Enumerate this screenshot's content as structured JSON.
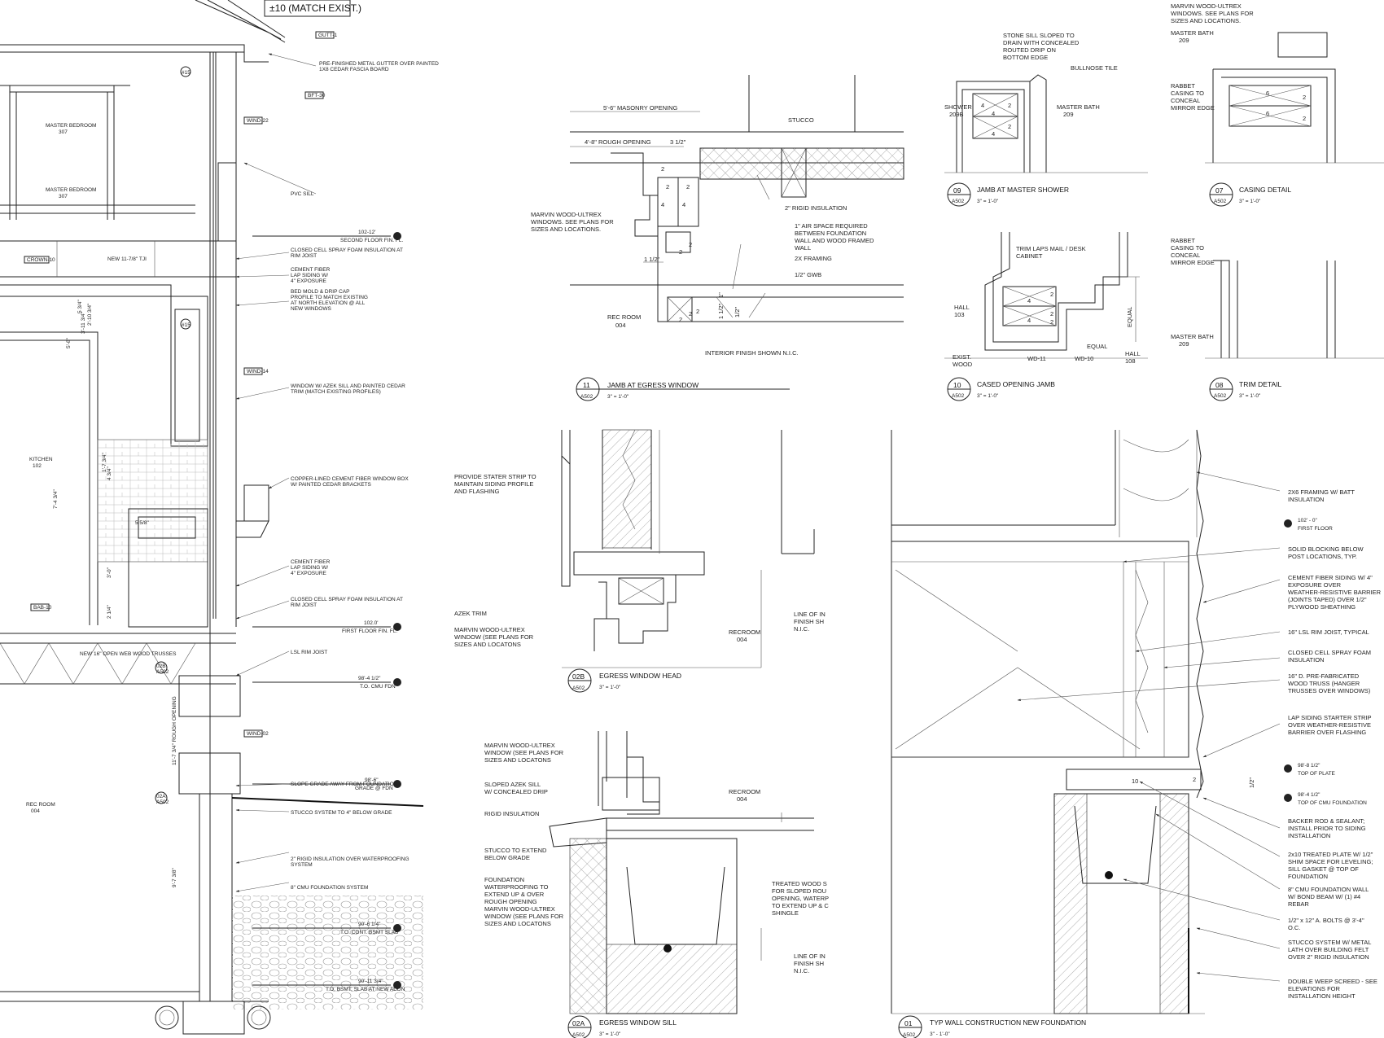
{
  "match_note": "±10 (MATCH EXIST.)",
  "section": {
    "tags": [
      "GUTT-1",
      "BFT-30",
      "WIND-22",
      "WIND-14",
      "WIND-02",
      "CROWN-10",
      "BAB-10"
    ],
    "rooms": [
      {
        "name": "MASTER BEDROOM",
        "num": "307"
      },
      {
        "name": "MASTER BEDROOM",
        "num": "307"
      },
      {
        "name": "KITCHEN",
        "num": "102"
      },
      {
        "name": "REC ROOM",
        "num": "004"
      }
    ],
    "joists": [
      "NEW 11-7/8\" TJI",
      "NEW 16\" OPEN WEB WOOD TRUSSES"
    ],
    "notes": [
      "PRE-FINISHED METAL GUTTER OVER PAINTED",
      "1X8 CEDAR FASCIA BOARD",
      "PVC SILL",
      "CLOSED CELL SPRAY FOAM INSULATION AT",
      "RIM JOIST",
      "CEMENT FIBER",
      "LAP SIDING W/",
      "4\" EXPOSURE",
      "BED MOLD & DRIP CAP",
      "PROFILE TO MATCH EXISTING",
      "AT NORTH ELEVATION @ ALL",
      "NEW WINDOWS",
      "WINDOW W/ AZEK SILL AND PAINTED CEDAR",
      "TRIM (MATCH EXISTING PROFILES)",
      "COPPER-LINED CEMENT FIBER WINDOW BOX",
      "W/ PAINTED CEDAR BRACKETS",
      "CEMENT FIBER",
      "LAP SIDING W/",
      "4\" EXPOSURE",
      "CLOSED CELL SPRAY FOAM INSULATION AT",
      "RIM JOIST",
      "LSL RIM JOIST",
      "SLOPE GRADE AWAY FROM FOUNDATION",
      "STUCCO SYSTEM TO 4\" BELOW GRADE",
      "2\" RIGID INSULATION OVER WATERPROOFING",
      "SYSTEM",
      "8\" CMU FOUNDATION SYSTEM"
    ],
    "levels": [
      {
        "elev": "102-12'",
        "name": "SECOND FLOOR FIN. FL."
      },
      {
        "elev": "102.0'",
        "name": "FIRST FLOOR FIN. FL."
      },
      {
        "elev": "98'-4 1/2\"",
        "name": "T.O. CMU FDN"
      },
      {
        "elev": "98'-6\"",
        "name": "GRADE @ FDN"
      },
      {
        "elev": "90'-6 1/4\"",
        "name": "T.O. CONT. BSMT SLAB"
      },
      {
        "elev": "90'-11 3/4\"",
        "name": "T.O. BSMT. SLAB AT NEW ADDN"
      }
    ],
    "dims": [
      "7'-4 3/4\"",
      "5'-8\"",
      "3'-0\"",
      "4 3/4\"",
      "3'-11 3/4\"",
      "2'-10 3/4\"",
      "1'-7 3/4\"",
      "2 1/4\"",
      "5 3/4\"",
      "5 5/8\"",
      "11'-7 3/4\" ROUGH OPENING",
      "9'-7 3/8\""
    ],
    "circles": [
      "#15",
      "#15"
    ],
    "callout_a": {
      "num": "02B",
      "sheet": "A502"
    },
    "callout_b": {
      "num": "02A",
      "sheet": "A502"
    }
  },
  "d11": {
    "number": "11",
    "sheet": "A502",
    "title": "JAMB AT EGRESS WINDOW",
    "scale": "3\" = 1'-0\"",
    "dims": [
      "5'-6\" MASONRY OPENING",
      "4'-8\" ROUGH OPENING",
      "3 1/2\"",
      "1 1/2\"",
      "1\"",
      "1 1/2\"",
      "1/2\""
    ],
    "labels": [
      "STUCCO",
      "2\" RIGID INSULATION",
      "1\" AIR SPACE REQUIRED",
      "BETWEEN FOUNDATION",
      "WALL AND WOOD FRAMED",
      "WALL",
      "2X FRAMING",
      "1/2\" GWB",
      "MARVIN WOOD-ULTREX",
      "WINDOWS. SEE PLANS FOR",
      "SIZES AND LOCATIONS.",
      "REC ROOM",
      "004",
      "INTERIOR FINISH SHOWN N.I.C."
    ],
    "nums": [
      "2",
      "2",
      "4",
      "4",
      "2",
      "2",
      "2",
      "2",
      "2",
      "2"
    ]
  },
  "d09": {
    "number": "09",
    "sheet": "A502",
    "title": "JAMB AT MASTER SHOWER",
    "scale": "3\" = 1'-0\"",
    "labels": [
      "STONE SILL SLOPED TO",
      "DRAIN WITH CONCEALED",
      "ROUTED DRIP ON",
      "BOTTOM EDGE",
      "BULLNOSE TILE",
      "SHOWER",
      "209B",
      "MASTER BATH",
      "209"
    ],
    "nums": [
      "4",
      "2",
      "4",
      "2",
      "4"
    ]
  },
  "d07": {
    "number": "07",
    "sheet": "A502",
    "title": "CASING DETAIL",
    "scale": "3\" = 1'-0\"",
    "labels": [
      "MARVIN WOOD-ULTREX",
      "WINDOWS. SEE PLANS FOR",
      "SIZES AND LOCATIONS.",
      "MASTER BATH",
      "209",
      "RABBET",
      "CASING TO",
      "CONCEAL",
      "MIRROR EDGE"
    ],
    "nums": [
      "6",
      "2",
      "6",
      "2"
    ]
  },
  "d10": {
    "number": "10",
    "sheet": "A502",
    "title": "CASED OPENING JAMB",
    "scale": "3\" = 1'-0\"",
    "labels": [
      "TRIM LAPS MAIL / DESK",
      "CABINET",
      "HALL",
      "103",
      "HALL",
      "108",
      "EXIST.",
      "WOOD",
      "WD-11",
      "WD-10",
      "EQUAL",
      "EQUAL"
    ],
    "nums": [
      "2",
      "4",
      "2",
      "2",
      "4"
    ]
  },
  "d08": {
    "number": "08",
    "sheet": "A502",
    "title": "TRIM DETAIL",
    "scale": "3\" = 1'-0\"",
    "labels": [
      "RABBET",
      "CASING TO",
      "CONCEAL",
      "MIRROR EDGE",
      "MASTER BATH",
      "209"
    ]
  },
  "d02b": {
    "number": "02B",
    "sheet": "A502",
    "title": "EGRESS WINDOW HEAD",
    "scale": "3\" = 1'-0\"",
    "labels": [
      "PROVIDE STATER STRIP TO",
      "MAINTAIN SIDING PROFILE",
      "AND FLASHING",
      "AZEK TRIM",
      "MARVIN WOOD-ULTREX",
      "WINDOW (SEE PLANS FOR",
      "SIZES AND LOCATONS",
      "LINE OF IN",
      "FINISH SH",
      "N.I.C.",
      "RECROOM",
      "004"
    ]
  },
  "d02a": {
    "number": "02A",
    "sheet": "A502",
    "title": "EGRESS WINDOW SILL",
    "scale": "3\" = 1'-0\"",
    "labels": [
      "MARVIN WOOD-ULTREX",
      "WINDOW (SEE PLANS FOR",
      "SIZES AND LOCATONS",
      "SLOPED AZEK SILL",
      "W/ CONCEALED DRIP",
      "RIGID INSULATION",
      "STUCCO TO EXTEND",
      "BELOW GRADE",
      "FOUNDATION",
      "WATERPROOFING TO",
      "EXTEND UP & OVER",
      "ROUGH OPENING",
      "MARVIN WOOD-ULTREX",
      "WINDOW (SEE PLANS FOR",
      "SIZES AND LOCATONS",
      "TREATED WOOD S",
      "FOR SLOPED ROU",
      "OPENING, WATERP",
      "TO EXTEND UP & C",
      "SHINGLE",
      "LINE OF IN",
      "FINISH SH",
      "N.I.C.",
      "RECROOM",
      "004"
    ]
  },
  "d01": {
    "number": "01",
    "sheet": "A502",
    "title": "TYP WALL CONSTRUCTION NEW FOUNDATION",
    "scale": "3\" - 1'-0\"",
    "labels": [
      "2X6 FRAMING W/ BATT",
      "INSULATION",
      "SOLID BLOCKING BELOW",
      "POST LOCATIONS, TYP.",
      "CEMENT FIBER SIDING W/ 4\"",
      "EXPOSURE OVER",
      "WEATHER-RESISTIVE BARRIER",
      "(JOINTS TAPED) OVER 1/2\"",
      "PLYWOOD SHEATHING",
      "16\" LSL RIM JOIST, TYPICAL",
      "CLOSED CELL SPRAY FOAM",
      "INSULATION",
      "16\" D. PRE-FABRICATED",
      "WOOD TRUSS (HANGER",
      "TRUSSES OVER WINDOWS)",
      "LAP SIDING STARTER STRIP",
      "OVER WEATHER-RESISTIVE",
      "BARRIER OVER FLASHING",
      "BACKER ROD & SEALANT;",
      "INSTALL PRIOR TO SIDING",
      "INSTALLATION",
      "2x10 TREATED PLATE W/ 1/2\"",
      "SHIM SPACE FOR LEVELING;",
      "SILL GASKET @ TOP OF",
      "FOUNDATION",
      "8\" CMU FOUNDATION WALL",
      "W/ BOND BEAM W/ (1) #4",
      "REBAR",
      "1/2\" x 12\" A. BOLTS @ 3'-4\"",
      "O.C.",
      "STUCCO SYSTEM W/ METAL",
      "LATH OVER BUILDING FELT",
      "OVER 2\" RIGID INSULATION",
      "DOUBLE WEEP SCREED - SEE",
      "ELEVATIONS FOR",
      "INSTALLATION HEIGHT"
    ],
    "levels": [
      {
        "elev": "102' - 0\"",
        "name": "FIRST FLOOR"
      },
      {
        "elev": "98'-8 1/2\"",
        "name": "TOP OF PLATE"
      },
      {
        "elev": "98'-4 1/2\"",
        "name": "TOP OF CMU FOUNDATION"
      }
    ],
    "nums": [
      "10",
      "2",
      "1/2\""
    ]
  }
}
